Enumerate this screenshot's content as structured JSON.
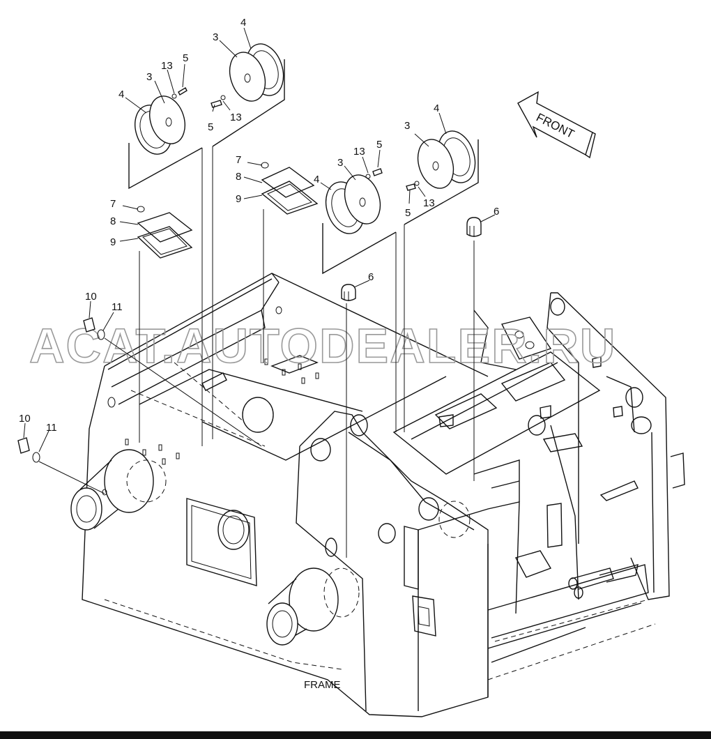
{
  "watermark": "ACAT.AUTODEALER.RU",
  "front_arrow_label": "FRONT",
  "frame_label": "FRAME",
  "callouts": {
    "c3a": "3",
    "c4a": "4",
    "c13a": "13",
    "c5a": "5",
    "c3b": "3",
    "c4b": "4",
    "c5b": "5",
    "c13b": "13",
    "c7a": "7",
    "c8a": "8",
    "c9a": "9",
    "c7b": "7",
    "c8b": "8",
    "c9b": "9",
    "c3c": "3",
    "c4c": "4",
    "c13c": "13",
    "c5c": "5",
    "c3d": "3",
    "c4d": "4",
    "c5d": "5",
    "c13d": "13",
    "c6a": "6",
    "c6b": "6",
    "c10a": "10",
    "c11a": "11",
    "c10b": "10",
    "c11b": "11"
  }
}
